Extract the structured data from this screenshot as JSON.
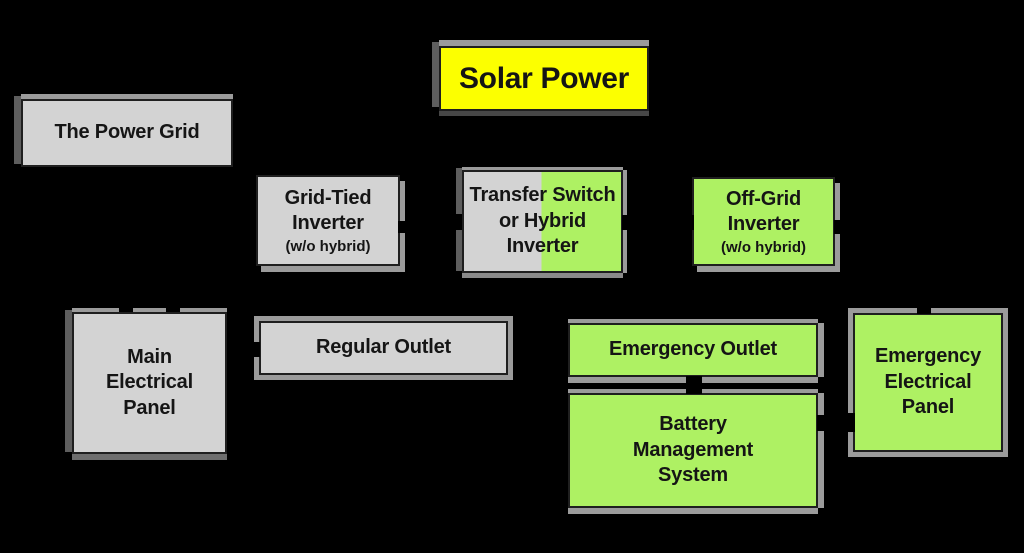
{
  "diagram": {
    "title": {
      "label": "Solar Power",
      "fill": "#fcff00"
    },
    "nodes": {
      "power_grid": {
        "label": "The Power Grid",
        "fill": "#d3d3d3"
      },
      "grid_tied": {
        "label": "Grid-Tied\nInverter",
        "sub": "(w/o hybrid)",
        "fill": "#d3d3d3"
      },
      "transfer": {
        "label": "Transfer Switch\nor Hybrid\nInverter",
        "fill_left": "#d3d3d3",
        "fill_right": "#aef163"
      },
      "off_grid": {
        "label": "Off-Grid\nInverter",
        "sub": "(w/o hybrid)",
        "fill": "#aef163"
      },
      "main_panel": {
        "label": "Main\nElectrical\nPanel",
        "fill": "#d3d3d3"
      },
      "regular_outlet": {
        "label": "Regular Outlet",
        "fill": "#d3d3d3"
      },
      "emergency_outlet": {
        "label": "Emergency Outlet",
        "fill": "#aef163"
      },
      "bms": {
        "label": "Battery\nManagement\nSystem",
        "fill": "#aef163"
      },
      "emergency_panel": {
        "label": "Emergency\nElectrical\nPanel",
        "fill": "#aef163"
      }
    },
    "palette": {
      "background": "#000000",
      "highlight_yellow": "#fcff00",
      "grid_power_gray": "#d3d3d3",
      "battery_power_green": "#aef163",
      "frame_light_gray": "#9b9b9b",
      "frame_dark_gray": "#5e5e5e",
      "text_black": "#151515"
    }
  }
}
